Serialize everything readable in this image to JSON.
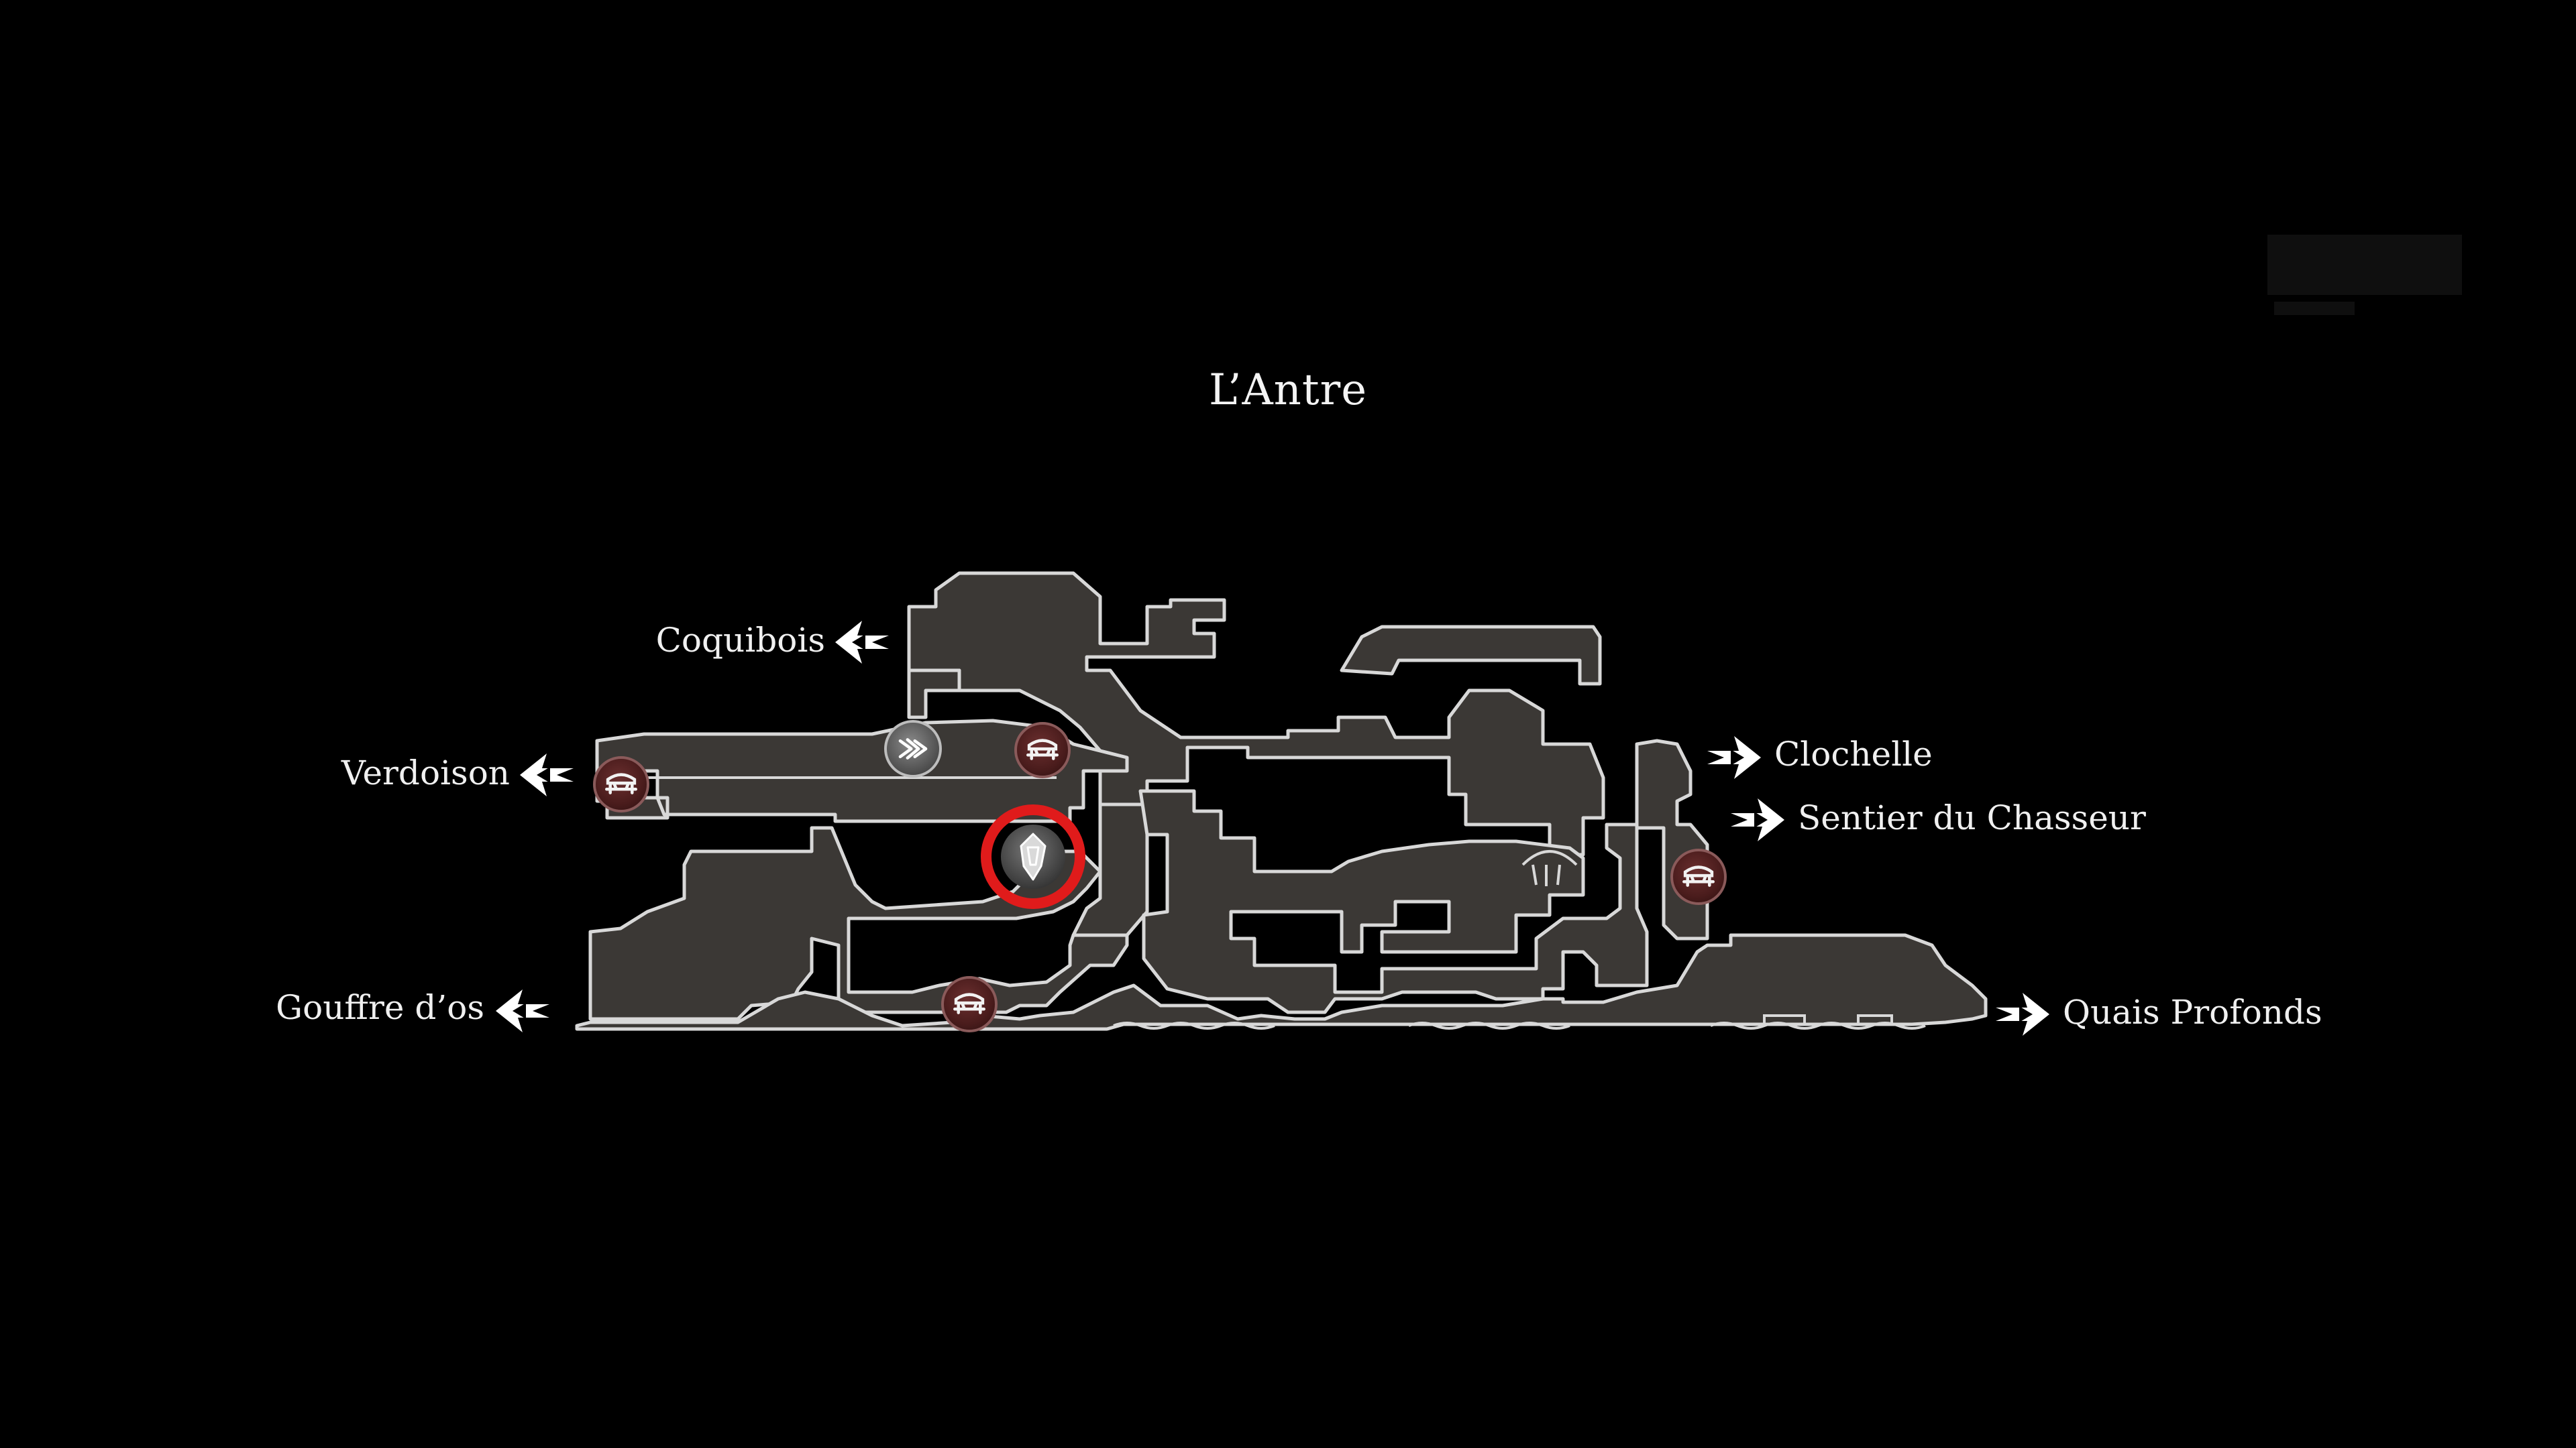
{
  "map": {
    "area_title": "L’Antre",
    "colors": {
      "background": "#000000",
      "room_fill": "#3b3835",
      "room_outline": "#d8d8d8",
      "text": "#f2f2f2",
      "bench": "#4a1c1c",
      "highlight_ring": "#e01b1b"
    },
    "exits": [
      {
        "label": "Coquibois",
        "icon": "exit-arrow-icon"
      },
      {
        "label": "Verdoison",
        "icon": "exit-arrow-icon"
      },
      {
        "label": "Gouffre d’os",
        "icon": "exit-arrow-icon"
      },
      {
        "label": "Clochelle",
        "icon": "exit-arrow-icon"
      },
      {
        "label": "Sentier du Chasseur",
        "icon": "exit-arrow-icon"
      },
      {
        "label": "Quais Profonds",
        "icon": "exit-arrow-icon"
      }
    ],
    "markers": {
      "benches": [
        "bench-icon",
        "bench-icon",
        "bench-icon",
        "bench-icon"
      ],
      "stag_station": "stag-station-icon",
      "highlighted_item": "collectible-icon"
    }
  }
}
